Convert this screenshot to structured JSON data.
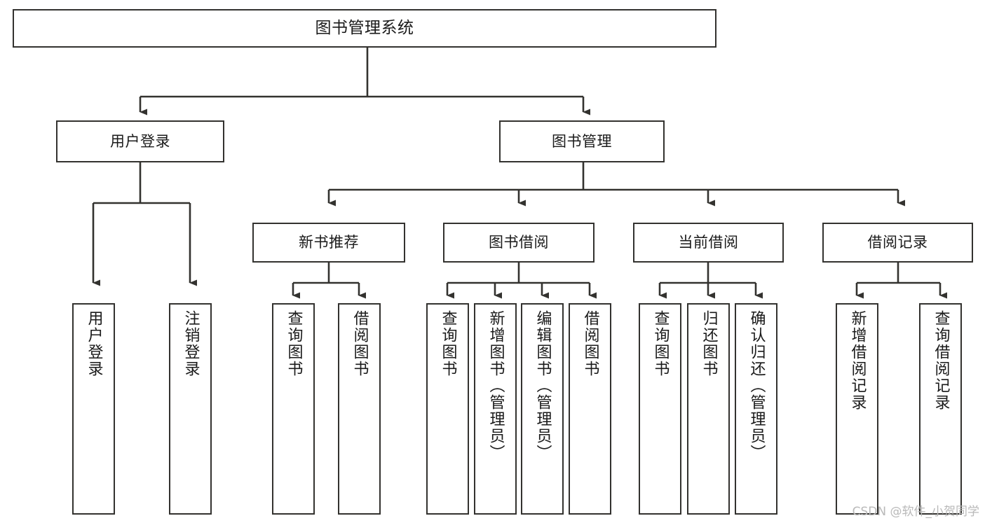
{
  "diagram": {
    "title": "图书管理系统",
    "type": "tree-hierarchy",
    "watermark": "CSDN @软件_小贺同学",
    "colors": {
      "box_border": "#33322f",
      "box_fill": "#ffffff",
      "connector": "#33322f",
      "text": "#1a1a1a",
      "watermark": "#b9b9b9",
      "background": "#ffffff"
    }
  },
  "nodes": {
    "root": {
      "label": "图书管理系统"
    },
    "level2": [
      {
        "id": "user-login",
        "label": "用户登录"
      },
      {
        "id": "book-management",
        "label": "图书管理"
      }
    ],
    "level3": [
      {
        "id": "new-book-recommend",
        "label": "新书推荐"
      },
      {
        "id": "book-borrow",
        "label": "图书借阅"
      },
      {
        "id": "current-borrow",
        "label": "当前借阅"
      },
      {
        "id": "borrow-record",
        "label": "借阅记录"
      }
    ],
    "leaves": {
      "user_login": [
        {
          "id": "leaf-user-login",
          "label": "用户登录"
        },
        {
          "id": "leaf-logout-login",
          "label": "注销登录"
        }
      ],
      "new_book_recommend": [
        {
          "id": "leaf-query-book-1",
          "label": "查询图书"
        },
        {
          "id": "leaf-borrow-book-1",
          "label": "借阅图书"
        }
      ],
      "book_borrow": [
        {
          "id": "leaf-query-book-2",
          "label": "查询图书"
        },
        {
          "id": "leaf-add-book",
          "label": "新增图书（管理员）"
        },
        {
          "id": "leaf-edit-book",
          "label": "编辑图书（管理员）"
        },
        {
          "id": "leaf-borrow-book-2",
          "label": "借阅图书"
        }
      ],
      "current_borrow": [
        {
          "id": "leaf-query-book-3",
          "label": "查询图书"
        },
        {
          "id": "leaf-return-book",
          "label": "归还图书"
        },
        {
          "id": "leaf-confirm-return",
          "label": "确认归还（管理员）"
        }
      ],
      "borrow_record": [
        {
          "id": "leaf-add-record",
          "label": "新增借阅记录"
        },
        {
          "id": "leaf-query-record",
          "label": "查询借阅记录"
        }
      ]
    }
  }
}
